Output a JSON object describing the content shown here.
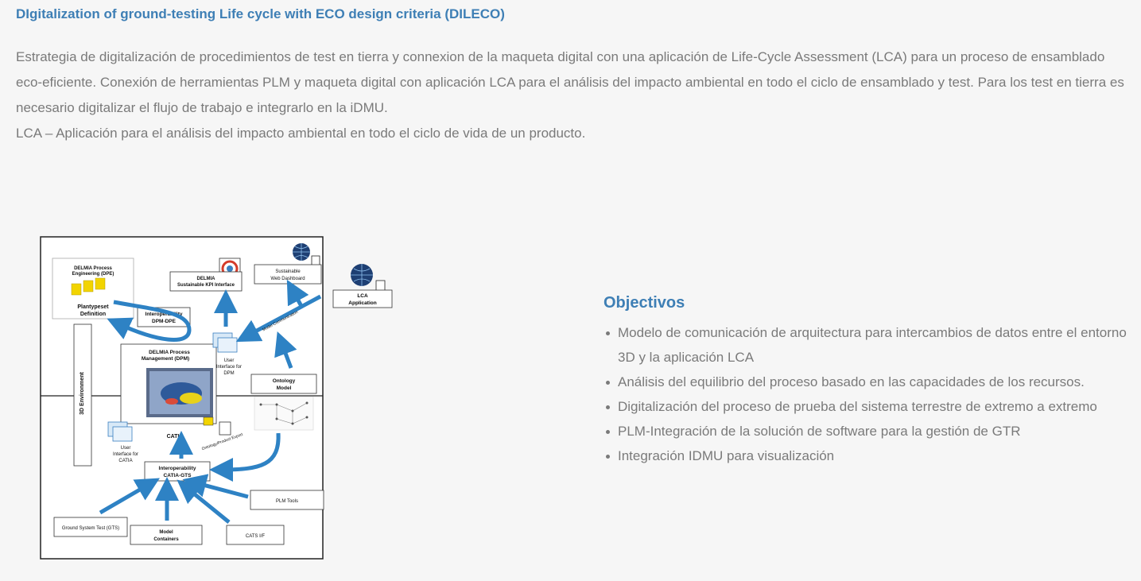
{
  "header": {
    "title": "DIgitalization of ground-testing Life cycle with ECO design criteria (DILECO)"
  },
  "intro": {
    "paragraph1": "Estrategia de digitalización de procedimientos de test en tierra y connexion de la maqueta digital con una aplicación de Life-Cycle Assessment (LCA) para un proceso de ensamblado eco-eficiente. Conexión de herramientas PLM y maqueta digital con aplicación LCA para el análisis del impacto ambiental en todo el ciclo de ensamblado y test. Para los test en tierra es necesario digitalizar el flujo de trabajo e integrarlo en la iDMU.",
    "paragraph2": "LCA – Aplicación para el análisis del impacto ambiental en todo el ciclo de vida de un producto."
  },
  "diagram": {
    "dpe_title_1": "DELMIA Process",
    "dpe_title_2": "Engineering (DPE)",
    "dpe_label_1": "Plantypeset",
    "dpe_label_2": "Definition",
    "kpi_1": "DELMIA",
    "kpi_2": "Sustainable KPI Interface",
    "web_1": "Sustainable",
    "web_2": "Web Dashboard",
    "lca_1": "LCA",
    "lca_2": "Application",
    "interop_dpm_1": "Interoperability",
    "interop_dpm_2": "DPM-DPE",
    "dpm_1": "DELMIA Process",
    "dpm_2": "Management (DPM)",
    "ui_dpm_1": "User",
    "ui_dpm_2": "Interface for",
    "ui_dpm_3": "DPM",
    "model_comm": "Model Communication",
    "env_3d": "3D Environment",
    "ontology_1": "Ontology",
    "ontology_2": "Model",
    "catia": "CATIA",
    "ui_catia_1": "User",
    "ui_catia_2": "Interface for",
    "ui_catia_3": "CATIA",
    "catia_export": "Ontology/Product Export",
    "interop_catia_1": "Interoperability",
    "interop_catia_2": "CATIA-GTS",
    "plm_tools": "PLM Tools",
    "gts": "Ground System Test (GTS)",
    "model_containers_1": "Model",
    "model_containers_2": "Containers",
    "cats": "CATS I/F"
  },
  "objectives": {
    "title": "Objectivos",
    "items": [
      "Modelo de comunicación de arquitectura para intercambios de datos entre el entorno 3D y la aplicación LCA",
      "Análisis del equilibrio del proceso basado en las capacidades de los recursos.",
      "Digitalización del proceso de prueba del sistema terrestre de extremo a extremo",
      "PLM-Integración de la solución de software para la gestión de GTR",
      "Integración IDMU para visualización"
    ]
  },
  "colors": {
    "accent": "#3e7fb5",
    "text": "#7a7a7a",
    "arrow": "#2e82c4"
  }
}
